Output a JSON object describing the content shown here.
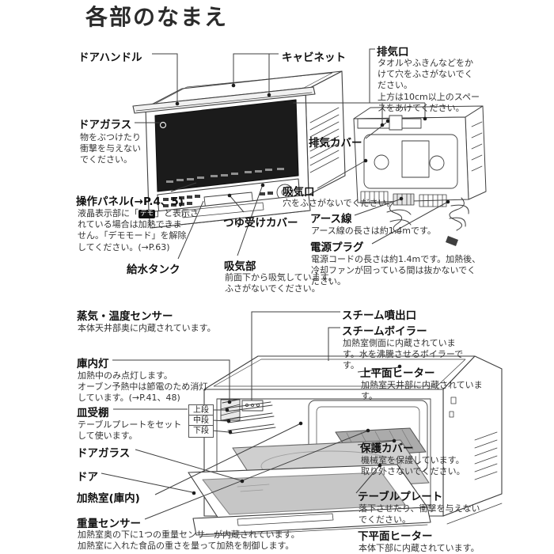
{
  "title": "各部のなまえ",
  "top": {
    "door_handle": {
      "title": "ドアハンドル"
    },
    "cabinet": {
      "title": "キャビネット"
    },
    "exhaust_port": {
      "title": "排気口",
      "desc": "タオルやふきんなどをか\nけて穴をふさがないでく\nださい。\n上方は10cm以上のスペー\nスをあけてください。"
    },
    "door_glass": {
      "title": "ドアガラス",
      "desc": "物をぶつけたり\n衝撃を与えない\nでください。"
    },
    "exhaust_cover": {
      "title": "排気カバー"
    },
    "control_panel": {
      "title": "操作パネル(→P.4、5)",
      "desc_pre": "液晶表示部に「",
      "demo_badge": "デモ",
      "desc_post": "」と表示さ\nれている場合は加熱できま\nせん。「デモモード」を解除\nしてください。(→P.63)"
    },
    "intake_port": {
      "title": "吸気口",
      "desc": "穴をふさがないでください。"
    },
    "drip_cover": {
      "title": "つゆ受けカバー"
    },
    "earth_wire": {
      "title": "アース線",
      "desc": "アース線の長さは約1.4mです。"
    },
    "water_tank": {
      "title": "給水タンク"
    },
    "intake_area": {
      "title": "吸気部",
      "desc": "前面下から吸気しています。\nふさがないでください。"
    },
    "power_plug": {
      "title": "電源プラグ",
      "desc": "電源コードの長さは約1.4mです。加熱後、\n冷却ファンが回っている間は抜かないでく\nださい。"
    }
  },
  "bottom": {
    "steam_temp_sensor": {
      "title": "蒸気・温度センサー",
      "desc": "本体天井部奥に内蔵されています。"
    },
    "steam_outlet": {
      "title": "スチーム噴出口"
    },
    "steam_boiler": {
      "title": "スチームボイラー",
      "desc": "加熱室側面に内蔵されていま\nす。水を沸騰させるボイラーで\nす。"
    },
    "oven_light": {
      "title": "庫内灯",
      "desc": "加熱中のみ点灯します。\nオーブン予熱中は節電のため消灯\nしています。(→P.41、48)"
    },
    "upper_heater": {
      "title": "上平面ヒーター",
      "desc": "加熱室天井部に内蔵されていま\nす。"
    },
    "shelf": {
      "title": "皿受棚",
      "desc": "テーブルプレートをセット\nして使います。",
      "levels": [
        "上段",
        "中段",
        "下段"
      ]
    },
    "protective_cover": {
      "title": "保護カバー",
      "desc": "機械室を保護しています。\n取り外さないでください。"
    },
    "door_glass": {
      "title": "ドアガラス"
    },
    "door": {
      "title": "ドア"
    },
    "heating_chamber": {
      "title": "加熱室(庫内)"
    },
    "table_plate": {
      "title": "テーブルプレート",
      "desc": "落下させたり、衝撃を与えない\nでください。"
    },
    "weight_sensor": {
      "title": "重量センサー",
      "desc": "加熱室奥の下に1つの重量センサーが内蔵されています。\n加熱室に入れた食品の重さを量って加熱を制御します。"
    },
    "lower_heater": {
      "title": "下平面ヒーター",
      "desc": "本体下部に内蔵されています。"
    }
  }
}
